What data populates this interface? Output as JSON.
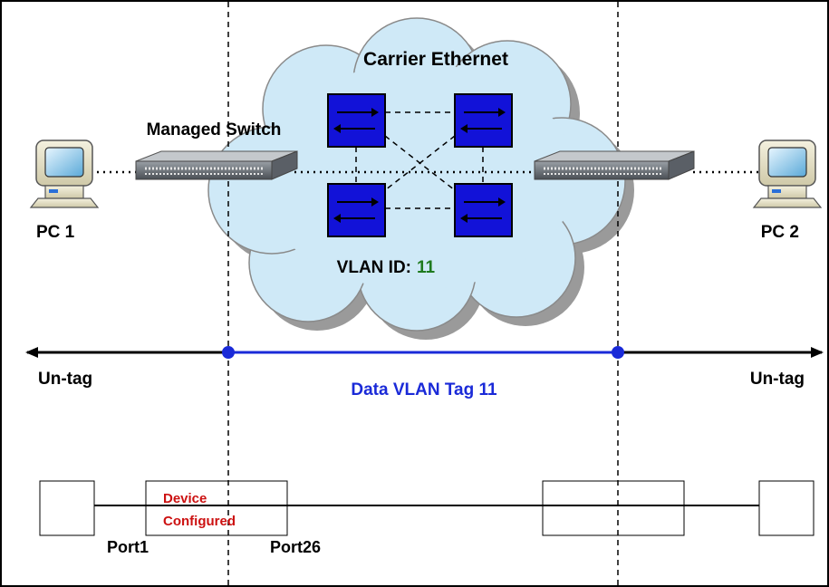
{
  "cloud": {
    "title": "Carrier Ethernet",
    "vlan_prefix": "VLAN ID:",
    "vlan_value": "11"
  },
  "switch_left_label": "Managed Switch",
  "pc_left": "PC 1",
  "pc_right": "PC 2",
  "untag_left": "Un-tag",
  "untag_right": "Un-tag",
  "data_vlan_label": "Data VLAN Tag 11",
  "device_line1": "Device",
  "device_line2": "Configured",
  "port1_label": "Port1",
  "port26_label": "Port26",
  "colors": {
    "cloud_fill": "#cfe9f7",
    "cloud_shadow": "#9a9a9a",
    "switch_blue": "#1212d8",
    "vlan_blue": "#1a2ad8",
    "vlan_green": "#1e7a1e",
    "device_red": "#cc1111"
  }
}
